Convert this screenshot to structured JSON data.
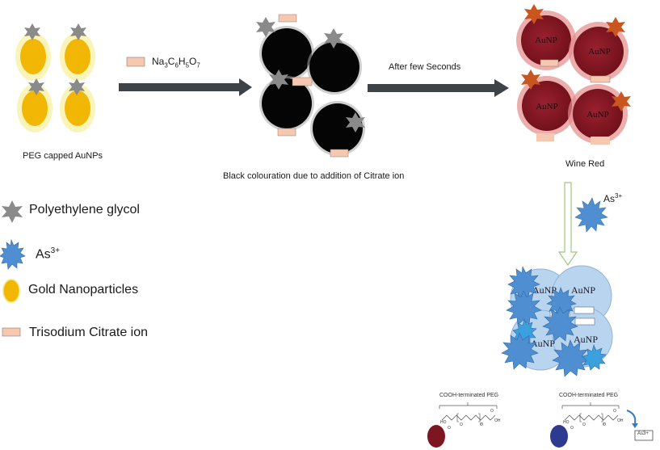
{
  "stage1": {
    "caption": "PEG capped AuNPs"
  },
  "reagent": {
    "label": "Na3C6H5O7",
    "parts": [
      "Na",
      "3",
      "C",
      "6",
      "H",
      "5",
      "O",
      "7"
    ]
  },
  "stage2": {
    "caption": "Black colouration due to addition of Citrate ion"
  },
  "transition": {
    "label": "After few Seconds"
  },
  "stage3": {
    "caption": "Wine Red",
    "particle_label": "AuNP"
  },
  "arsenic": {
    "label": "As",
    "charge": "3+"
  },
  "stage4": {
    "particle_label": "AuNP"
  },
  "legend": {
    "peg": "Polyethylene glycol",
    "as_base": "As",
    "as_sup": "3+",
    "gold": "Gold Nanoparticles",
    "citrate": "Trisodium Citrate ion"
  },
  "structures": [
    {
      "title": "COOH-terminated PEG",
      "repeat": "n"
    },
    {
      "title": "COOH-terminated PEG",
      "repeat": "n",
      "target": "As3+"
    }
  ],
  "colors": {
    "gold": "#f2b705",
    "gold_glow": "#f5ef6a",
    "black_np": "#050505",
    "wine_red": "#7d1620",
    "red_glow": "#e06a6a",
    "peg_star": "#8a8a8a",
    "orange_star": "#c9561e",
    "arsenic_star": "#4f8fd1",
    "citrate_box": "#f6c8b0",
    "arrow": "#3d4347",
    "aggregate": "#b9d4ee",
    "blue_dot": "#2e3a8f"
  }
}
